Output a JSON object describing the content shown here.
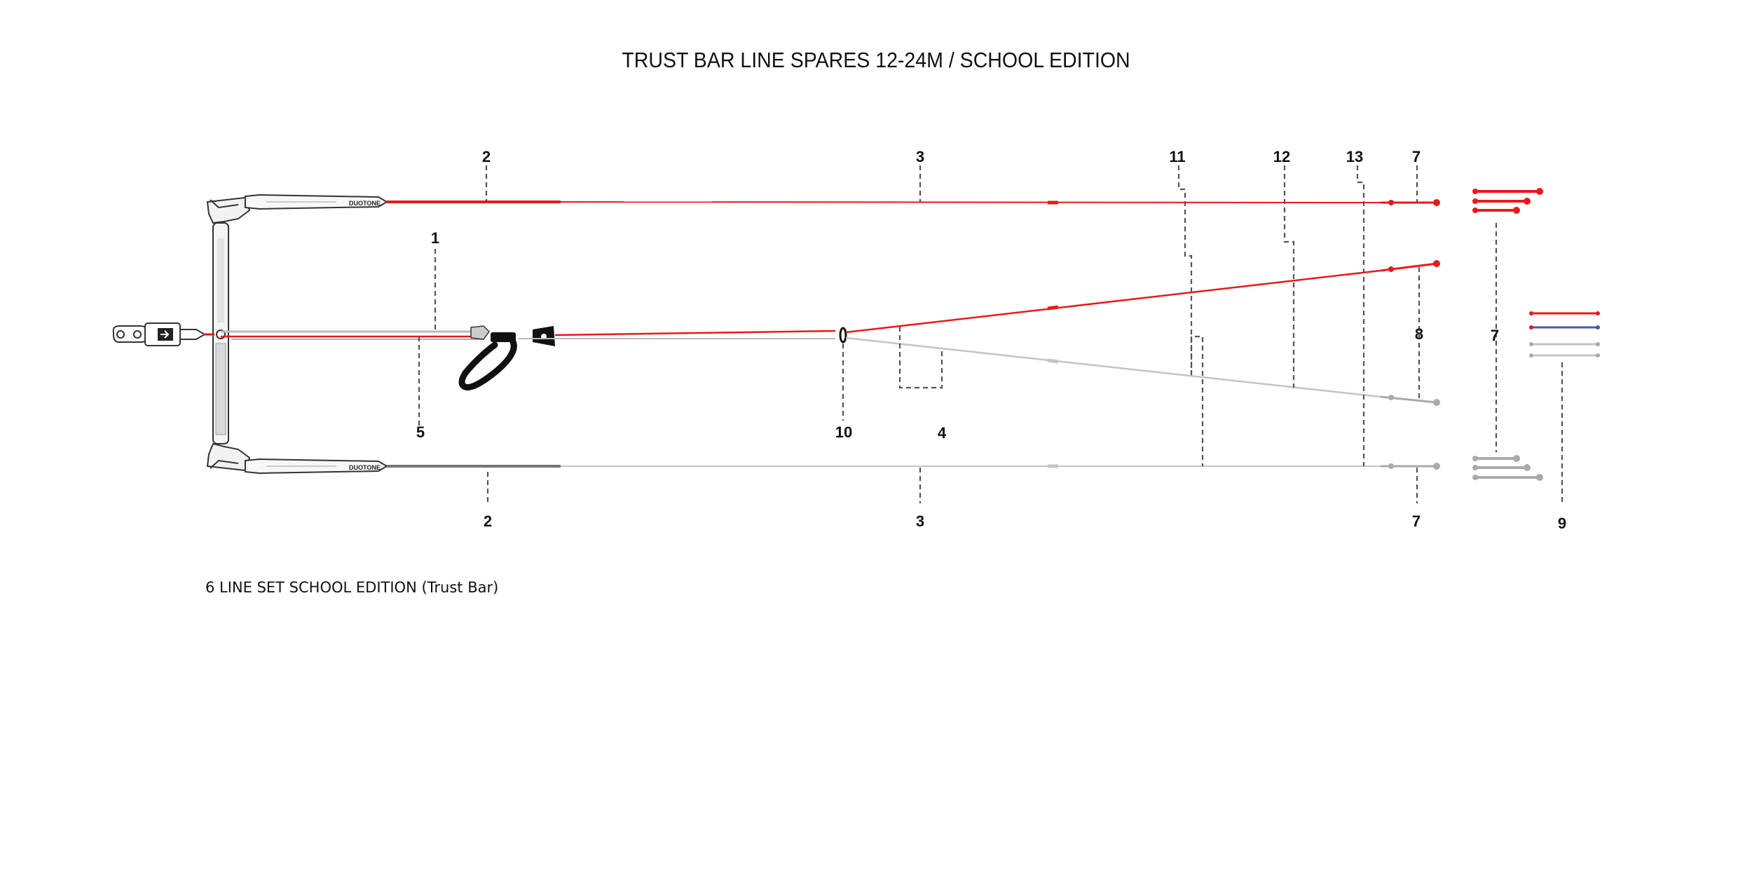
{
  "title": "TRUST BAR LINE SPARES 12-24M / SCHOOL EDITION",
  "caption": "6 LINE SET SCHOOL EDITION (Trust Bar)",
  "brand_label": "DUOTONE",
  "colors": {
    "red": "#e8191c",
    "grey": "#bdbdbd",
    "dark": "#111111",
    "blue": "#4a55a8"
  },
  "callouts": {
    "c1": "1",
    "c2_top": "2",
    "c2_bottom": "2",
    "c3_top": "3",
    "c3_bottom": "3",
    "c4": "4",
    "c5": "5",
    "c7_top": "7",
    "c7_bottom": "7",
    "c7_right": "7",
    "c8": "8",
    "c9": "9",
    "c10": "10",
    "c11": "11",
    "c12": "12",
    "c13": "13"
  }
}
